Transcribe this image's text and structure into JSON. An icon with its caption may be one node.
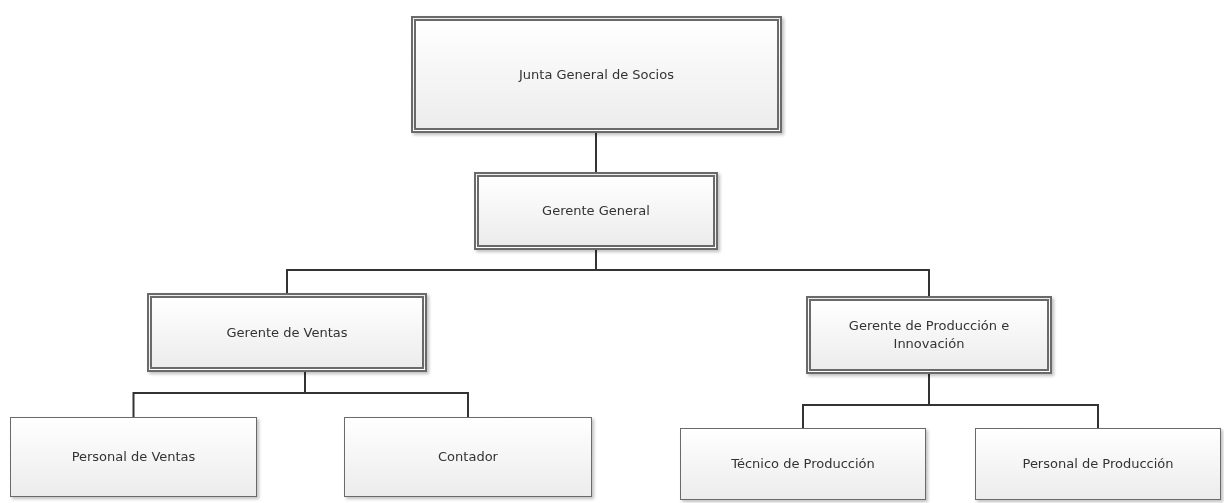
{
  "diagram": {
    "nodes": [
      {
        "text": [
          "Junta General de Socios"
        ]
      },
      {
        "text": [
          "Gerente General"
        ]
      },
      {
        "text": [
          "Gerente de Ventas"
        ]
      },
      {
        "text": [
          "Gerente de Producción e Innovación"
        ]
      },
      {
        "text": [
          "Personal de Ventas"
        ]
      },
      {
        "text": [
          "Contador"
        ]
      },
      {
        "text": [
          "Técnico de Producción"
        ]
      },
      {
        "text": [
          "Personal de Producción"
        ]
      }
    ],
    "edges": [
      {
        "from": 0,
        "to": 1,
        "arrow": "none"
      },
      {
        "from": 1,
        "to": 2,
        "arrow": "none"
      },
      {
        "from": 1,
        "to": 3,
        "arrow": "none"
      },
      {
        "from": 2,
        "to": 4,
        "arrow": "none"
      },
      {
        "from": 2,
        "to": 5,
        "arrow": "none"
      },
      {
        "from": 3,
        "to": 6,
        "arrow": "none"
      },
      {
        "from": 3,
        "to": 7,
        "arrow": "none"
      }
    ]
  }
}
